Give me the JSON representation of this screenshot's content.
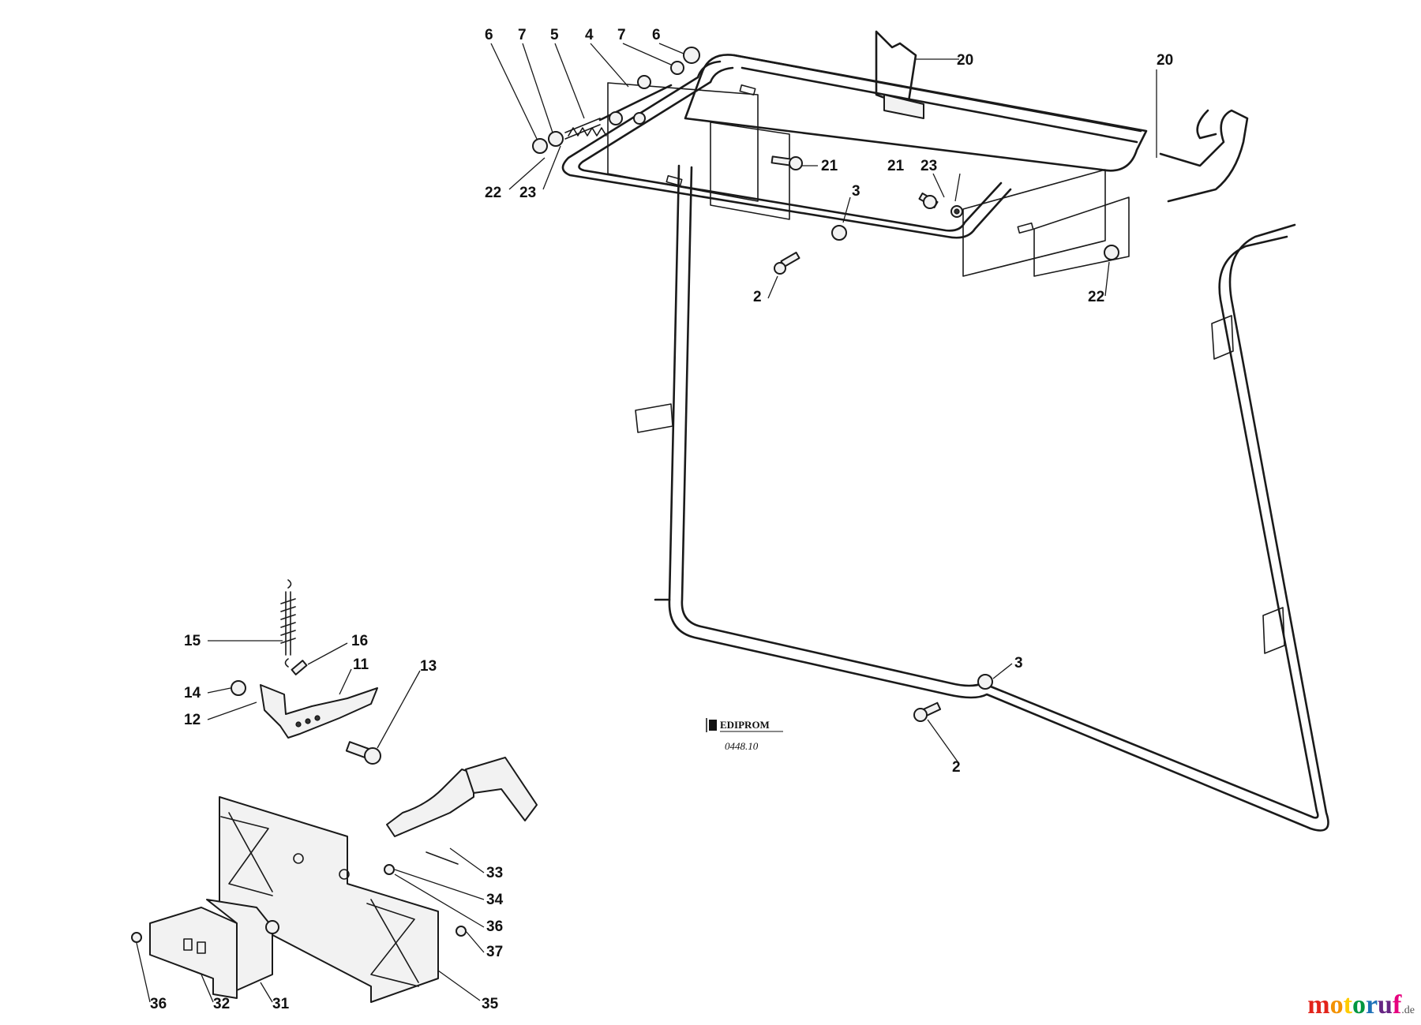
{
  "diagram": {
    "callouts": {
      "c6a": "6",
      "c7a": "7",
      "c5": "5",
      "c4": "4",
      "c7b": "7",
      "c6b": "6",
      "c20a": "20",
      "c20b": "20",
      "c22a": "22",
      "c23a": "23",
      "c21a": "21",
      "c21b": "21",
      "c23b": "23",
      "c3a": "3",
      "c2a": "2",
      "c22b": "22",
      "c15": "15",
      "c16": "16",
      "c11": "11",
      "c13": "13",
      "c14": "14",
      "c12": "12",
      "c3b": "3",
      "c2b": "2",
      "c33": "33",
      "c34": "34",
      "c36a": "36",
      "c37": "37",
      "c36b": "36",
      "c32": "32",
      "c31": "31",
      "c35": "35"
    },
    "logo": {
      "brand": "EDIPROM",
      "reference": "0448.10"
    }
  },
  "watermark": {
    "letters": [
      "m",
      "o",
      "t",
      "o",
      "r",
      "u",
      "f"
    ],
    "colors": [
      "#e2231a",
      "#f39200",
      "#ffcc00",
      "#009640",
      "#1d71b8",
      "#662483",
      "#e6007e"
    ],
    "suffix": ".de"
  }
}
